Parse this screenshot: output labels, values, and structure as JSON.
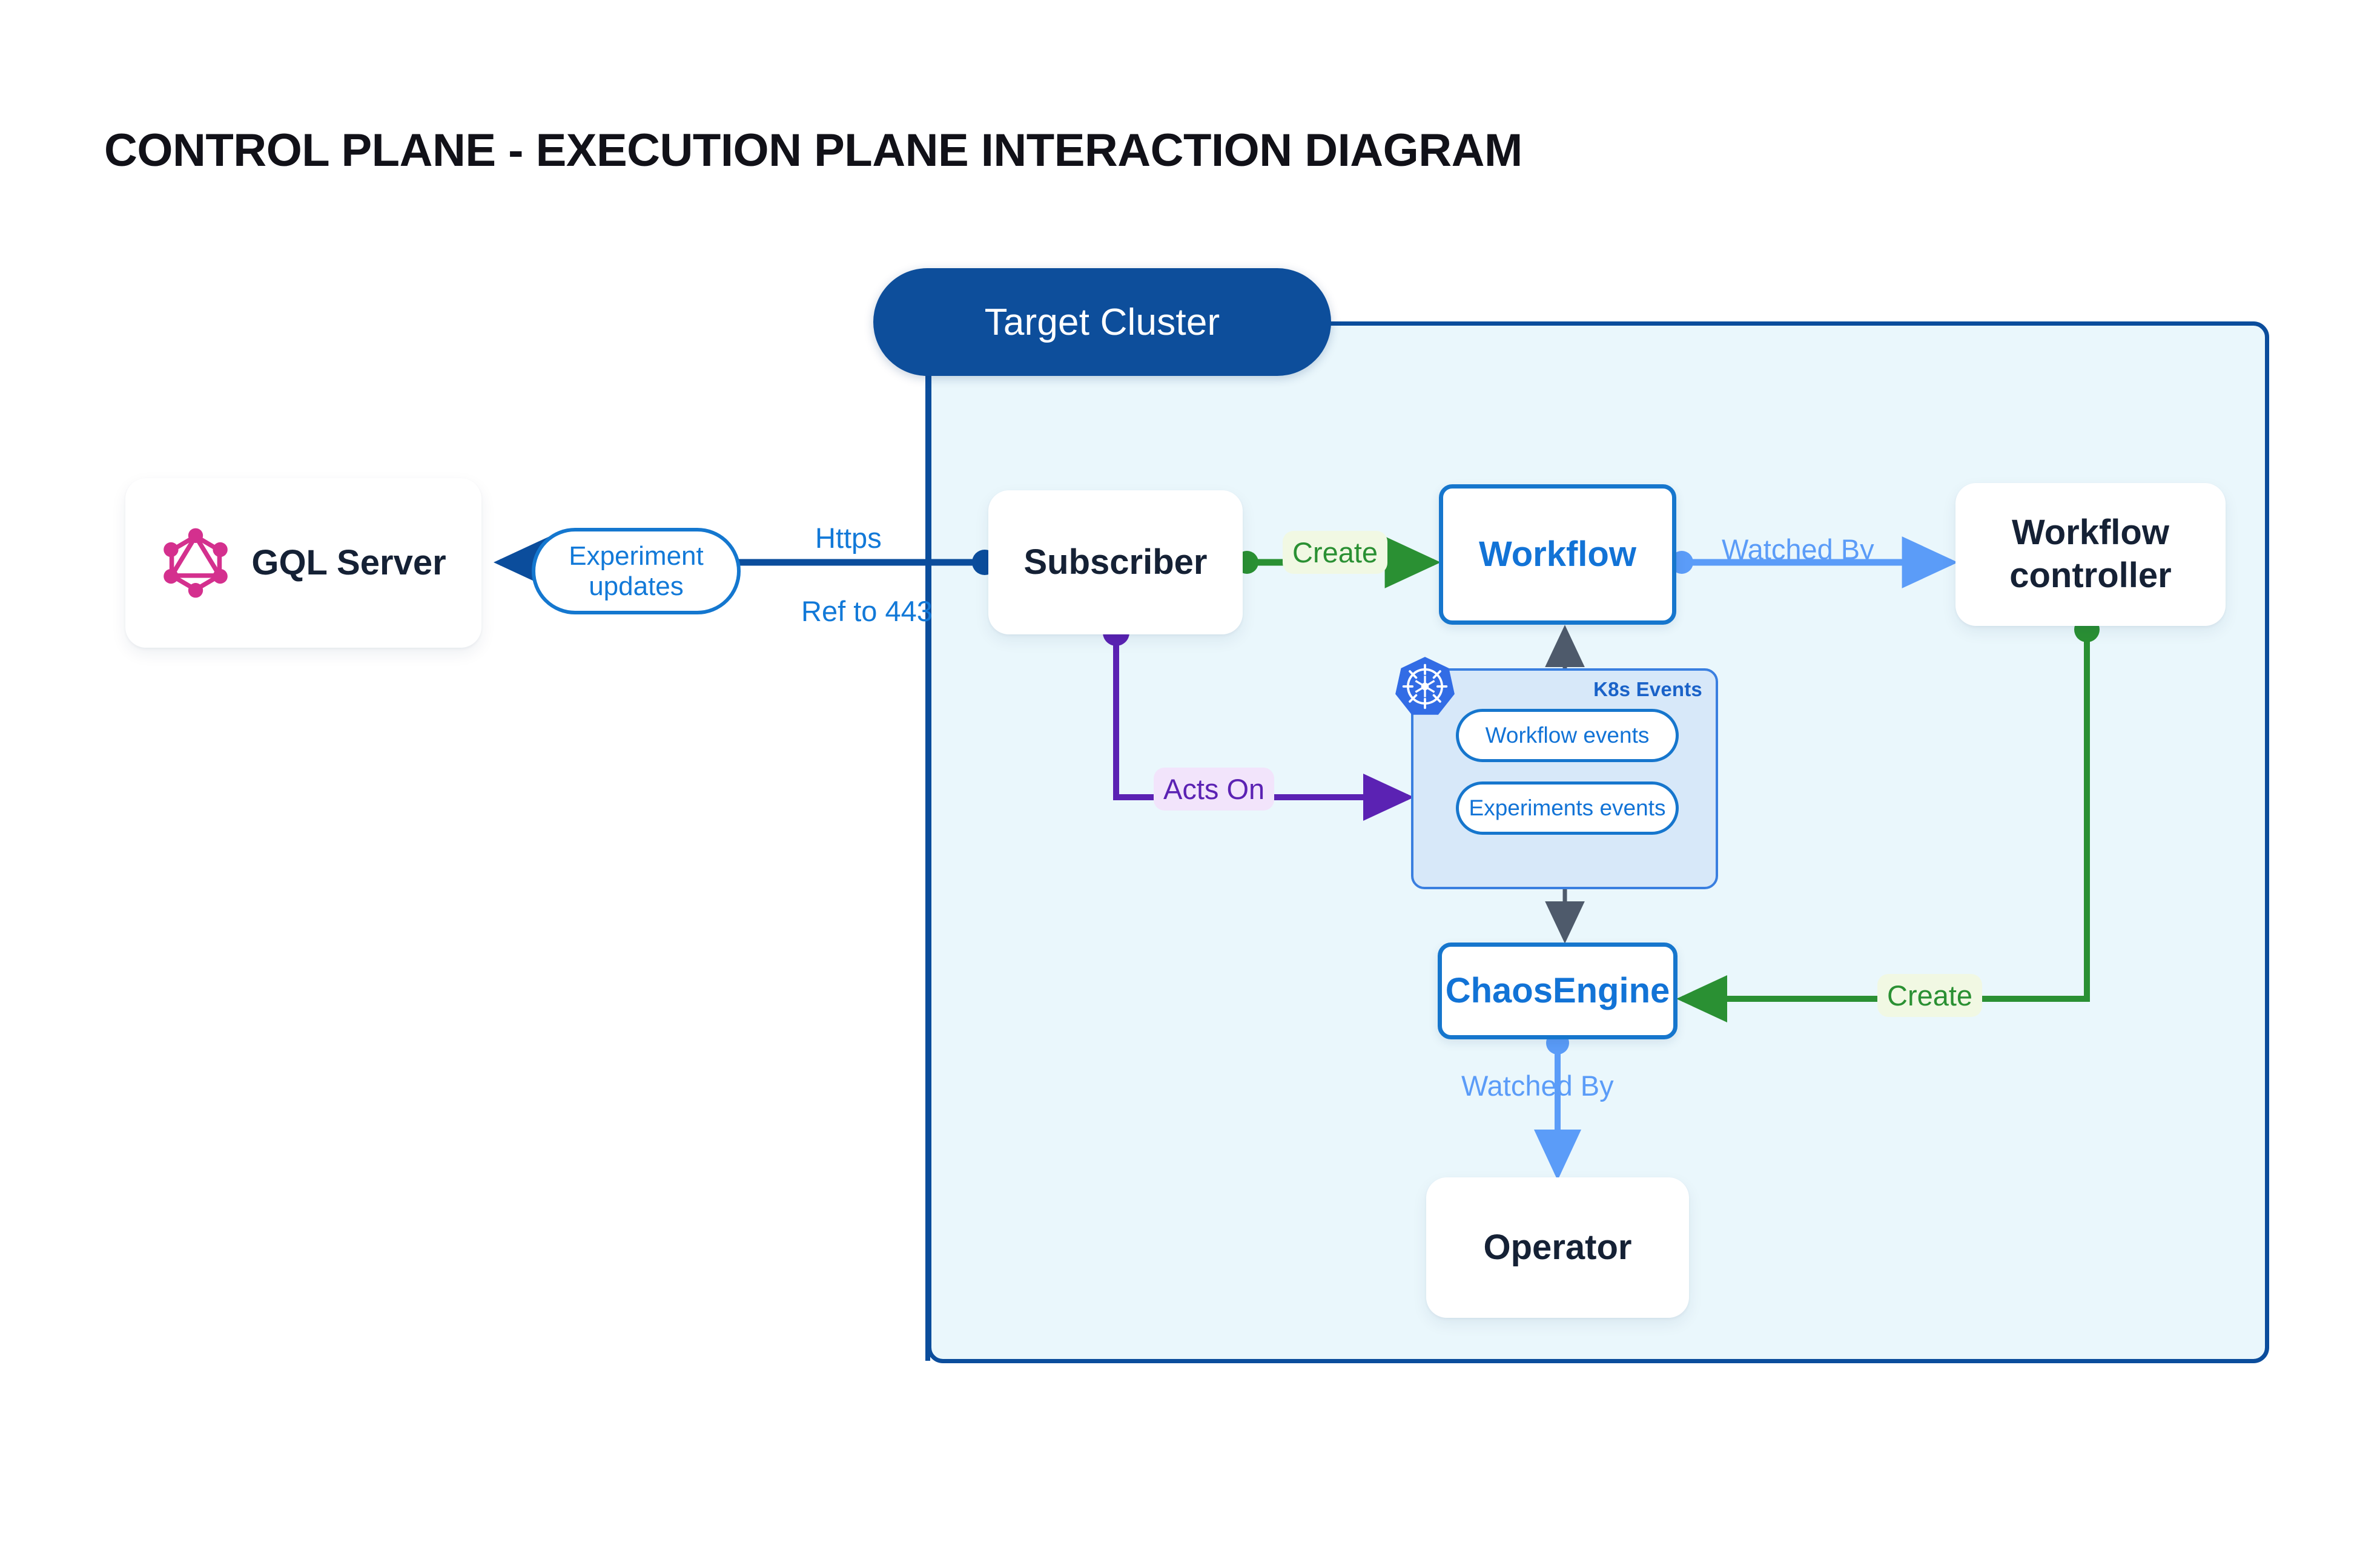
{
  "title": "CONTROL PLANE - EXECUTION PLANE INTERACTION DIAGRAM",
  "cluster": {
    "badge_label": "Target Cluster"
  },
  "nodes": {
    "gql_server": {
      "label": "GQL Server",
      "icon": "graphql-logo-icon"
    },
    "subscriber": {
      "label": "Subscriber"
    },
    "workflow": {
      "label": "Workflow"
    },
    "workflow_controller": {
      "label": "Workflow controller"
    },
    "chaos_engine": {
      "label": "ChaosEngine"
    },
    "operator": {
      "label": "Operator"
    }
  },
  "k8s_events": {
    "title": "K8s Events",
    "icon": "kubernetes-logo-icon",
    "pills": [
      {
        "label": "Workflow events"
      },
      {
        "label": "Experiments events"
      }
    ]
  },
  "edge_labels": {
    "experiment_updates": "Experiment updates",
    "https": "Https",
    "ref_to_443": "Ref to 443",
    "create_workflow": "Create",
    "watched_by_workflow": "Watched By",
    "acts_on": "Acts On",
    "create_chaosengine": "Create",
    "watched_by_operator": "Watched By"
  },
  "colors": {
    "cluster_border": "#0b4d9c",
    "cluster_fill": "#eaf7fc",
    "cluster_badge": "#0d4e9b",
    "node_text": "#152135",
    "outlined_node": "#1676cd",
    "blue_edge": "#5b9cf8",
    "dark_blue_edge": "#0b4d9c",
    "green_edge": "#2a9033",
    "purple_edge": "#5b22b3",
    "gray_edge": "#4e5a6b",
    "graphql_magenta": "#d4308e",
    "k8s_blue": "#326ce5",
    "k8s_panel_fill": "#d7e8f9",
    "create_chip_bg": "#f1f8e3",
    "acts_on_chip_bg": "#f2e4fb"
  }
}
